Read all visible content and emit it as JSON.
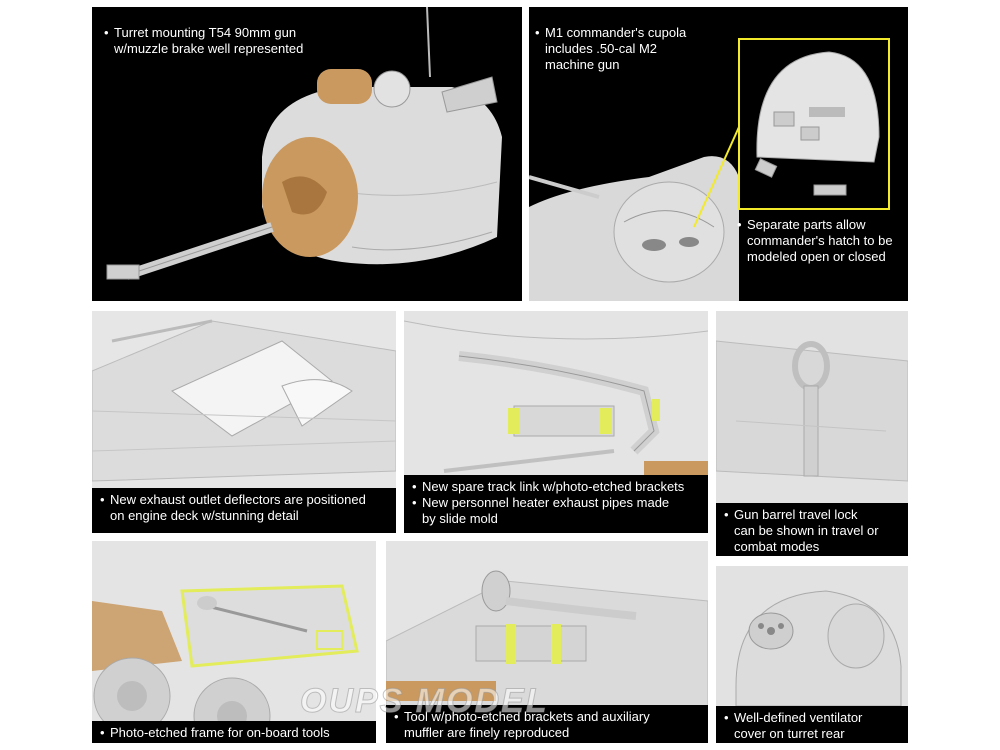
{
  "colors": {
    "caption_bg": "#000000",
    "caption_text": "#ffffff",
    "part_grey": "#d9d9d9",
    "resin_tan": "#c9995f",
    "photo_etch_yellow": "#e3ec5a",
    "highlight_box": "#f2ea2a"
  },
  "panels": {
    "turret": {
      "lines": [
        "Turret mounting T54 90mm gun",
        "w/muzzle brake well represented"
      ]
    },
    "cupola": {
      "lines": [
        "M1 commander's cupola",
        "includes .50-cal M2",
        "machine gun"
      ]
    },
    "hatch": {
      "lines": [
        "Separate parts allow",
        "commander's hatch to be",
        "modeled open or closed"
      ]
    },
    "exhaust": {
      "lines": [
        "New exhaust outlet deflectors are positioned",
        "on engine deck w/stunning detail"
      ]
    },
    "spare_track": {
      "items": [
        "New spare track link w/photo-etched brackets",
        "New personnel heater exhaust pipes made"
      ],
      "continuation": "by slide mold"
    },
    "travel_lock": {
      "lines": [
        "Gun barrel travel lock",
        "can be shown in travel or",
        "combat modes"
      ]
    },
    "tool_frame": {
      "lines": [
        "Photo-etched frame for on-board tools"
      ]
    },
    "muffler": {
      "lines": [
        "Tool w/photo-etched brackets and auxiliary",
        "muffler are finely reproduced"
      ]
    },
    "ventilator": {
      "lines": [
        "Well-defined ventilator",
        "cover on turret rear"
      ]
    }
  },
  "watermark": "OUPS MODEL"
}
